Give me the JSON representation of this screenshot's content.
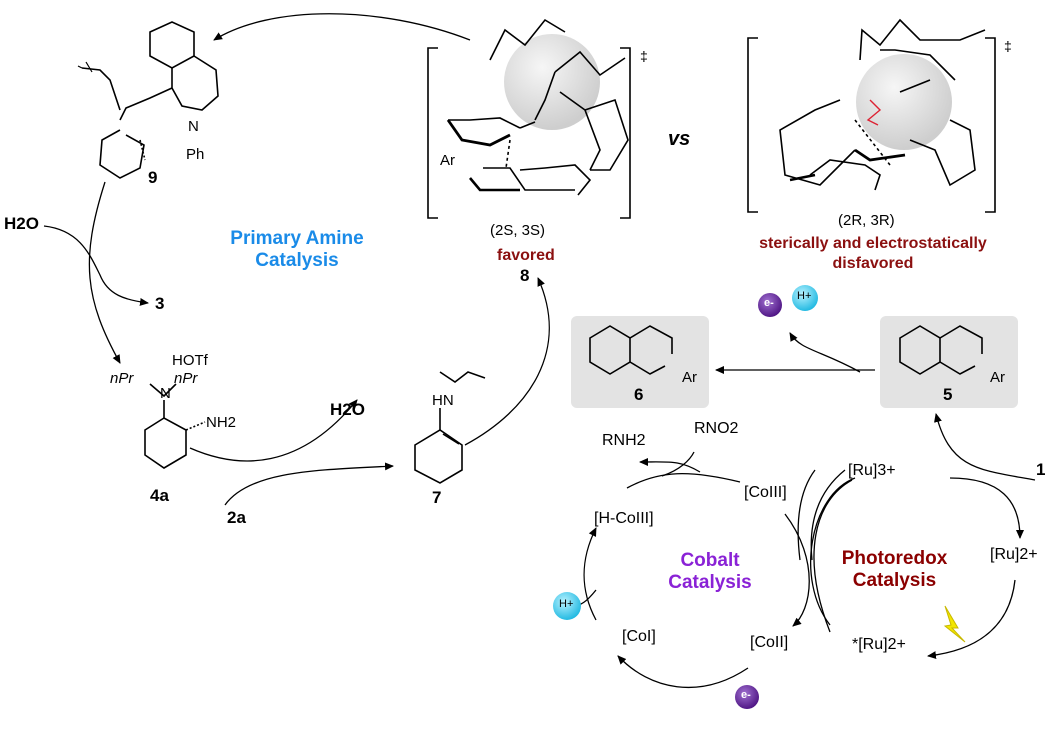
{
  "cycles": {
    "amine": {
      "line1": "Primary Amine",
      "line2": "Catalysis"
    },
    "cobalt": {
      "line1": "Cobalt",
      "line2": "Catalysis"
    },
    "photoredox": {
      "line1": "Photoredox",
      "line2": "Catalysis"
    }
  },
  "transition_states": {
    "favored": {
      "stereo": "(2S, 3S)",
      "note": "favored",
      "number": "8",
      "dagger": "‡"
    },
    "vs": "vs",
    "disfavored": {
      "stereo": "(2R, 3R)",
      "note_line1": "sterically and electrostatically",
      "note_line2": "disfavored",
      "dagger": "‡"
    }
  },
  "compounds": {
    "c9": "9",
    "c3": "3",
    "c4a": "4a",
    "c2a": "2a",
    "c7": "7",
    "c6": "6",
    "c5": "5",
    "c1": "1"
  },
  "labels": {
    "h2o_left": "H2O",
    "h2o_mid": "H2O",
    "hotf": "HOTf",
    "npr_left": "nPr",
    "npr_right": "nPr",
    "n": "N",
    "nh2": "NH2",
    "hn": "HN",
    "ph": "Ph",
    "n9": "N",
    "ar_ts": "Ar",
    "ar6": "Ar",
    "ar5": "Ar",
    "rnh2": "RNH2",
    "rno2": "RNO2",
    "co3": "[CoIII]",
    "hco3": "[H-CoIII]",
    "co2": "[CoII]",
    "co1": "[CoI]",
    "ru3": "[Ru]3+",
    "ru2": "[Ru]2+",
    "ru2star": "*[Ru]2+",
    "e_minus": "e-",
    "h_plus": "H+"
  },
  "colors": {
    "blue_title": "#1a8be8",
    "purple_title": "#8a22d6",
    "red_title": "#8b0000",
    "sphere": "#d9d9d9",
    "electron": "#6a2aa0",
    "proton": "#3ccbef",
    "bolt": "#f2e600"
  }
}
